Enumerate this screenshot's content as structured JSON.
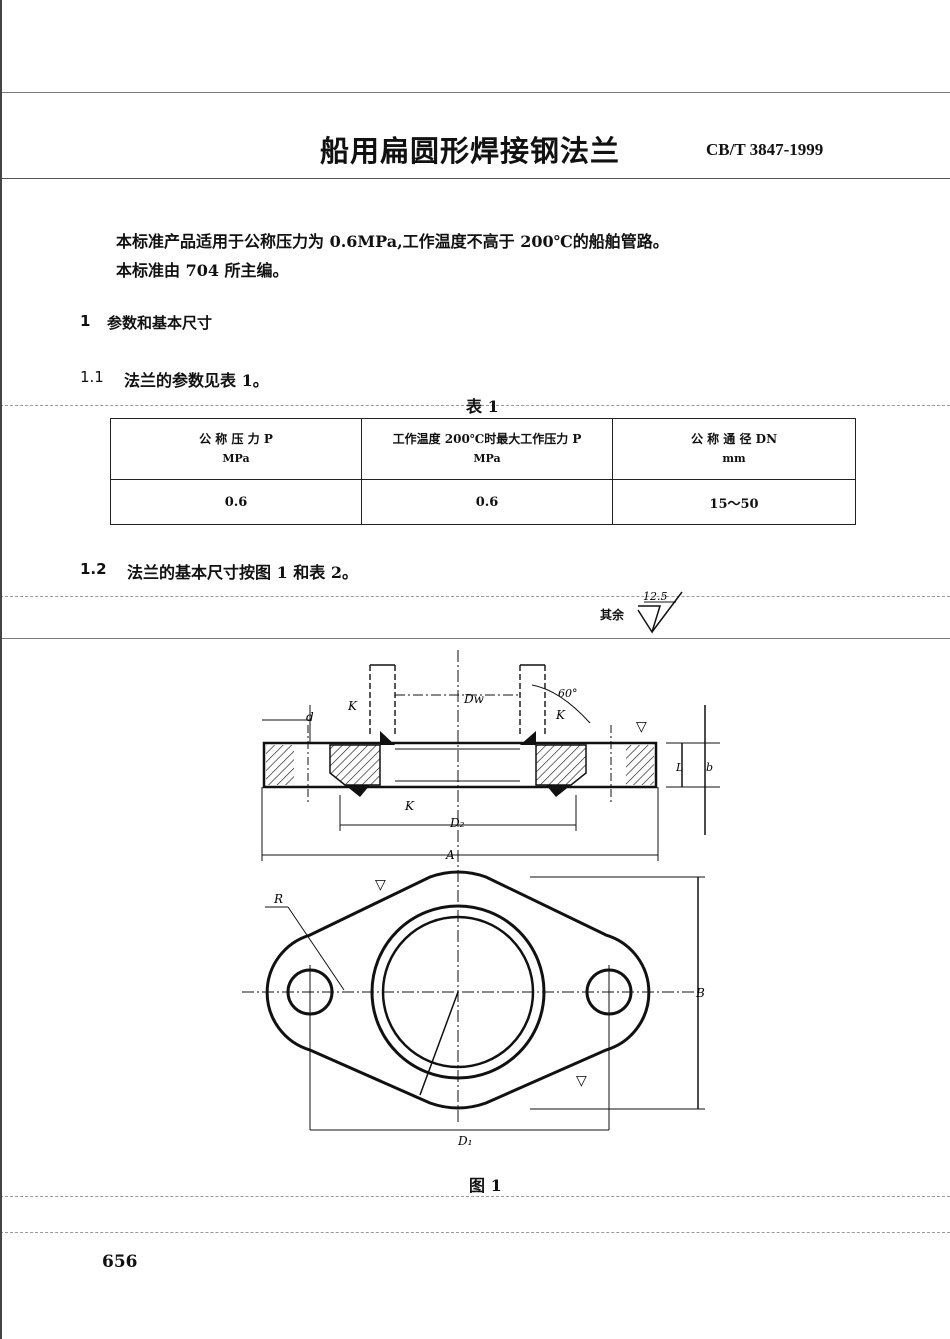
{
  "header": {
    "title": "船用扁圆形焊接钢法兰",
    "standard_code": "CB/T 3847-1999"
  },
  "intro": {
    "line1": "本标准产品适用于公称压力为 0.6MPa,工作温度不高于 200℃的船舶管路。",
    "line2": "本标准由 704 所主编。"
  },
  "section1": {
    "number": "1",
    "title": "参数和基本尺寸"
  },
  "section1_1": {
    "number": "1.1",
    "text": "法兰的参数见表 1。"
  },
  "table1": {
    "caption": "表 1",
    "columns": [
      {
        "label": "公 称 压 力 P",
        "unit": "MPa"
      },
      {
        "label": "工作温度 200℃时最大工作压力 P",
        "unit": "MPa"
      },
      {
        "label": "公 称 通 径 DN",
        "unit": "mm"
      }
    ],
    "rows": [
      [
        "0.6",
        "0.6",
        "15～50"
      ]
    ]
  },
  "section1_2": {
    "number": "1.2",
    "text": "法兰的基本尺寸按图 1 和表 2。"
  },
  "roughness": {
    "label": "其余",
    "value": "12.5"
  },
  "figure1": {
    "caption": "图 1",
    "dimension_labels": {
      "d": "d",
      "K": "K",
      "Dw": "Dw",
      "angle": "60°",
      "L": "L",
      "b": "b",
      "D2": "D₂",
      "A": "A",
      "R": "R",
      "B": "B",
      "D1": "D₁",
      "rough_symbol": "▽"
    }
  },
  "footer": {
    "page_number": "656"
  }
}
